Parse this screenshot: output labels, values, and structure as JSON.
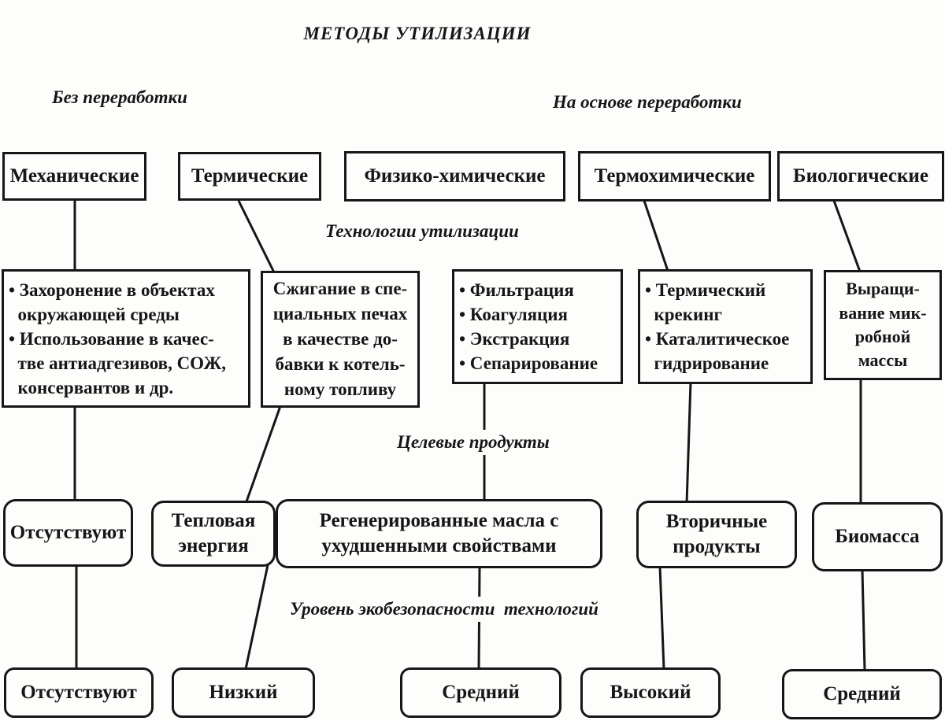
{
  "page": {
    "title": "МЕТОДЫ УТИЛИЗАЦИИ",
    "group_left": "Без переработки",
    "group_right": "На основе переработки",
    "section_labels": {
      "technologies": "Технологии утилизации",
      "products": "Целевые продукты",
      "safety": "Уровень экобезопасности  технологий"
    }
  },
  "columns": [
    {
      "method": "Механические",
      "technology": "• Захоронение в объектах\n  окружающей среды\n• Использование в качес-\n  тве антиадгезивов, СОЖ,\n  консервантов и др.",
      "product": "Отсутствуют",
      "safety_level": "Отсутствуют"
    },
    {
      "method": "Термические",
      "technology": "Сжигание в спе-\nциальных печах\nв качестве до-\nбавки к котель-\nному топливу",
      "product": "Тепловая\nэнергия",
      "safety_level": "Низкий"
    },
    {
      "method": "Физико-химические",
      "technology": "• Фильтрация\n• Коагуляция\n• Экстракция\n• Сепарирование",
      "product": "Регенерированные масла с\nухудшенными свойствами",
      "safety_level": "Средний"
    },
    {
      "method": "Термохимические",
      "technology": "• Термический\n  крекинг\n• Каталитическое\n  гидрирование",
      "product": "Вторичные\nпродукты",
      "safety_level": "Высокий"
    },
    {
      "method": "Биологические",
      "technology": "Выращи-\nвание мик-\nробной\nмассы",
      "product": "Биомасса",
      "safety_level": "Средний"
    }
  ],
  "colors": {
    "ink": "#161616",
    "paper": "#fdfdfb"
  }
}
